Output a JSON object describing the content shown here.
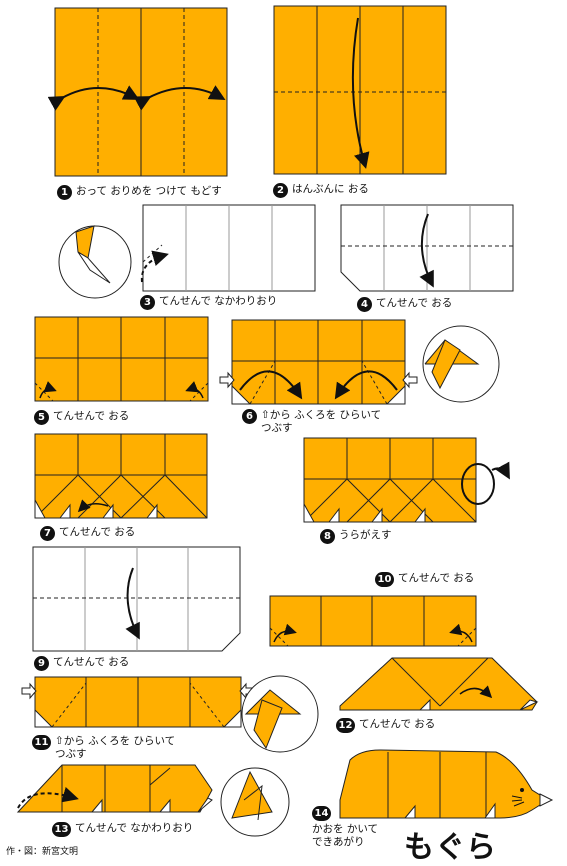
{
  "colors": {
    "paper": "#FFAF00",
    "outline": "#222222",
    "back": "#ffffff"
  },
  "steps": [
    {
      "num": "1",
      "text": "おって おりめを つけて もどす"
    },
    {
      "num": "2",
      "text": "はんぶんに おる"
    },
    {
      "num": "3",
      "text": "てんせんで なかわりおり"
    },
    {
      "num": "4",
      "text": "てんせんで おる"
    },
    {
      "num": "5",
      "text": "てんせんで おる"
    },
    {
      "num": "6",
      "text": "⇧から ふくろを ひらいて\nつぶす"
    },
    {
      "num": "7",
      "text": "てんせんで おる"
    },
    {
      "num": "8",
      "text": "うらがえす"
    },
    {
      "num": "9",
      "text": "てんせんで おる"
    },
    {
      "num": "10",
      "text": "てんせんで おる"
    },
    {
      "num": "11",
      "text": "⇧から ふくろを ひらいて\nつぶす"
    },
    {
      "num": "12",
      "text": "てんせんで おる"
    },
    {
      "num": "13",
      "text": "てんせんで なかわりおり"
    },
    {
      "num": "14",
      "text": "かおを かいて\nできあがり"
    }
  ],
  "title": "もぐら",
  "credit": "作・図：新宮文明"
}
